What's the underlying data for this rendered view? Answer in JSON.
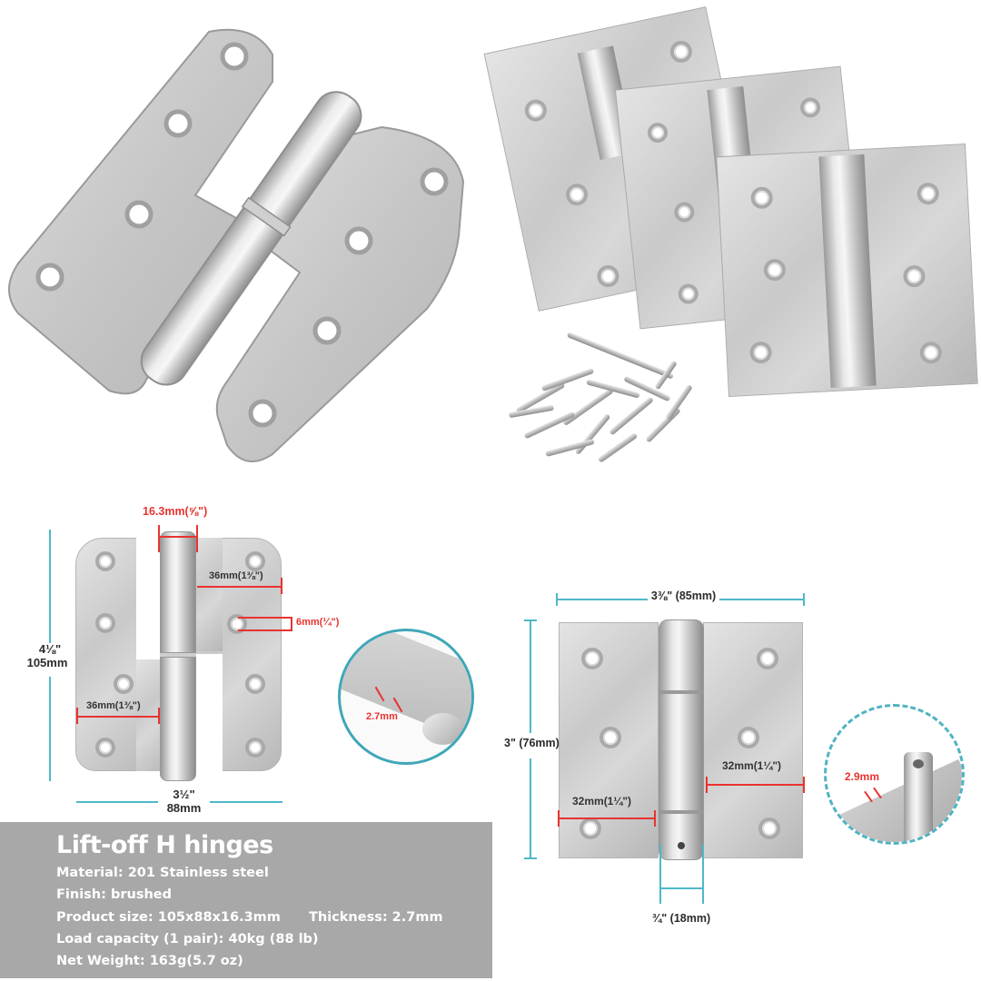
{
  "product": {
    "title": "Lift-off H hinges",
    "specs": [
      "Material: 201 Stainless steel",
      "Finish: brushed",
      "Product size: 105x88x16.3mm",
      "Load capacity (1 pair): 40kg (88 lb)",
      "Net Weight: 163g(5.7 oz)"
    ],
    "thickness": "Thickness: 2.7mm"
  },
  "photos": {
    "top_left": "lift-off-hinge-photo",
    "top_right": "square-hinges-with-screws-and-hex-key"
  },
  "diagram_left": {
    "barrel_width": "16.3mm(⅝\")",
    "leaf_width_top": "36mm(1⅜\")",
    "hole_diameter": "6mm(¼\")",
    "height_in": "4⅛\"",
    "height_mm": "105mm",
    "leaf_width_bottom": "36mm(1⅜\")",
    "total_width_in": "3½\"",
    "total_width_mm": "88mm",
    "detail_thickness": "2.7mm"
  },
  "diagram_right": {
    "total_width": "3⅜\" (85mm)",
    "height": "3\" (76mm)",
    "leaf_width_right": "32mm(1¼\")",
    "leaf_width_left": "32mm(1¼\")",
    "barrel_width": "¾\" (18mm)",
    "detail_thickness": "2.9mm"
  },
  "colors": {
    "dimension_red": "#e8332f",
    "dimension_blue": "#4fb8c8",
    "panel_gray": "#a8a8a8",
    "panel_text": "#ffffff"
  }
}
